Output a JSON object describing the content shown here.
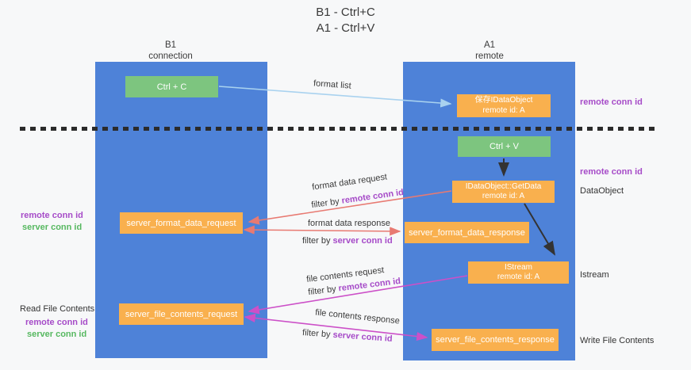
{
  "title": {
    "line1": "B1 - Ctrl+C",
    "line2": "A1 - Ctrl+V"
  },
  "columns": {
    "left": {
      "name": "B1",
      "role": "connection"
    },
    "right": {
      "name": "A1",
      "role": "remote"
    }
  },
  "nodes": {
    "ctrl_c": {
      "label": "Ctrl + C"
    },
    "ctrl_v": {
      "label": "Ctrl + V"
    },
    "save_dataobject": {
      "line1": "保存IDataObject",
      "line2": "remote id: A"
    },
    "getdata": {
      "line1": "IDataObject::GetData",
      "line2": "remote id: A"
    },
    "istream": {
      "line1": "IStream",
      "line2": "remote id: A"
    },
    "format_request": {
      "label": "server_format_data_request"
    },
    "format_response": {
      "label": "server_format_data_response"
    },
    "file_request": {
      "label": "server_file_contents_request"
    },
    "file_response": {
      "label": "server_file_contents_response"
    }
  },
  "arrows": {
    "format_list": {
      "label": "format list"
    },
    "format_data_request": {
      "label": "format data request",
      "filter_prefix": "filter by ",
      "filter_key": "remote conn id"
    },
    "format_data_response": {
      "label": "format data response",
      "filter_prefix": "filter by ",
      "filter_key": "server conn id"
    },
    "file_contents_request": {
      "label": "file contents request",
      "filter_prefix": "filter by ",
      "filter_key": "remote conn id"
    },
    "file_contents_response": {
      "label": "file contents response",
      "filter_prefix": "filter by ",
      "filter_key": "server conn id"
    }
  },
  "side_labels": {
    "remote_conn_id": "remote conn id",
    "server_conn_id": "server conn id",
    "dataobject": "DataObject",
    "istream": "Istream",
    "read_file_contents": "Read File Contents",
    "write_file_contents": "Write File Contents"
  },
  "colors": {
    "lifeline_blue": "#4e82d8",
    "node_orange": "#f9b04e",
    "node_green": "#7dc57f",
    "conn_id_purple": "#a64bc8",
    "conn_id_green": "#56b860",
    "arrow_salmon": "#e87a72",
    "arrow_magenta": "#cc50c8",
    "arrow_lightblue": "#a9d2ef",
    "arrow_black": "#333333"
  }
}
